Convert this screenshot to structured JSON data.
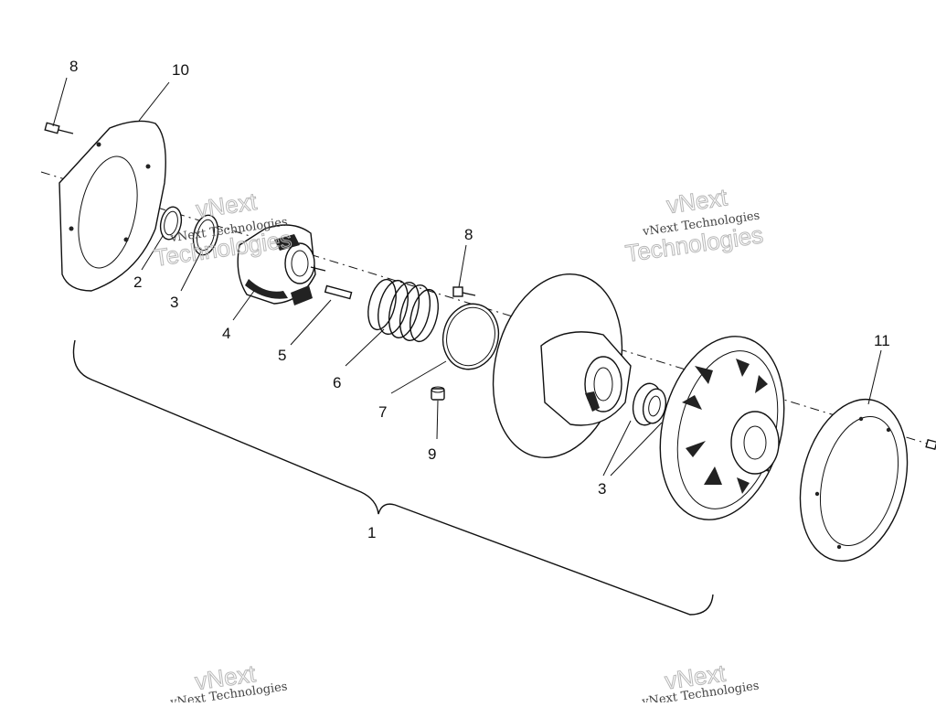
{
  "diagram": {
    "callouts": {
      "c8a": "8",
      "c10": "10",
      "c2": "2",
      "c3a": "3",
      "c4": "4",
      "c5": "5",
      "c6": "6",
      "c7": "7",
      "c8b": "8",
      "c9": "9",
      "c3b": "3",
      "c11": "11",
      "c1": "1"
    },
    "watermark": {
      "line1": "vNext Technologies",
      "brand1": "vNext",
      "brand2": "Technologies"
    }
  }
}
